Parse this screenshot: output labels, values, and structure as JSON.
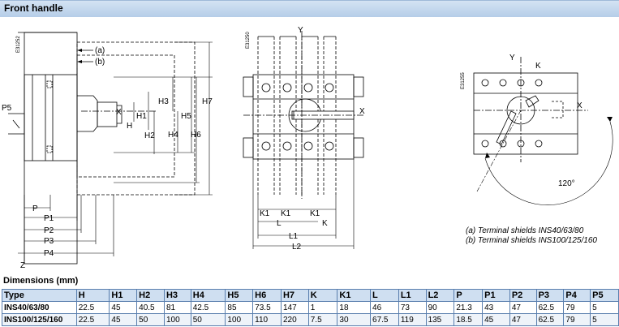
{
  "header": {
    "title": "Front handle"
  },
  "drawing": {
    "codes": [
      "E31252",
      "E31250",
      "E31255"
    ],
    "side_labels": [
      "(a)",
      "(b)",
      "P5",
      "X",
      "H",
      "H1",
      "H2",
      "H3",
      "H4",
      "H5",
      "H6",
      "H7",
      "P",
      "P1",
      "P2",
      "P3",
      "P4",
      "Z"
    ],
    "front_labels": [
      "Y",
      "X",
      "K1",
      "K1",
      "K1",
      "L",
      "K",
      "L1",
      "L2"
    ],
    "rot_labels": [
      "Y",
      "K",
      "X",
      "120°"
    ],
    "notes": [
      "(a) Terminal shields INS40/63/80",
      "(b) Terminal shields INS100/125/160"
    ]
  },
  "dimensions": {
    "title": "Dimensions (mm)",
    "columns": [
      "Type",
      "H",
      "H1",
      "H2",
      "H3",
      "H4",
      "H5",
      "H6",
      "H7",
      "K",
      "K1",
      "L",
      "L1",
      "L2",
      "P",
      "P1",
      "P2",
      "P3",
      "P4",
      "P5"
    ],
    "rows": [
      [
        "INS40/63/80",
        "22.5",
        "45",
        "40.5",
        "81",
        "42.5",
        "85",
        "73.5",
        "147",
        "1",
        "18",
        "46",
        "73",
        "90",
        "21.3",
        "43",
        "47",
        "62.5",
        "79",
        "5"
      ],
      [
        "INS100/125/160",
        "22.5",
        "45",
        "50",
        "100",
        "50",
        "100",
        "110",
        "220",
        "7.5",
        "30",
        "67.5",
        "119",
        "135",
        "18.5",
        "45",
        "47",
        "62.5",
        "79",
        "5"
      ]
    ]
  }
}
